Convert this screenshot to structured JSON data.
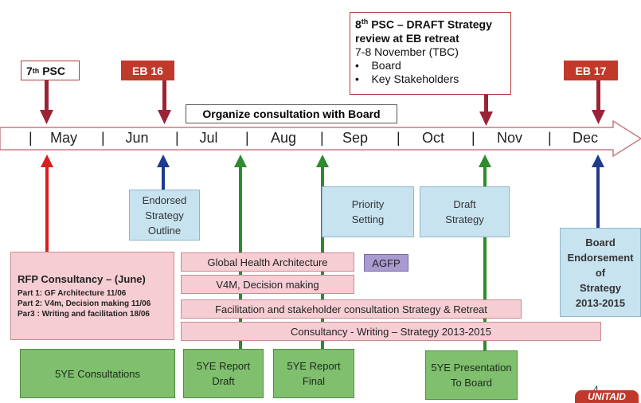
{
  "milestones": {
    "psc7": {
      "sup": "th",
      "num": "7",
      "label": "PSC"
    },
    "eb16": "EB 16",
    "eb17": "EB 17",
    "psc8": {
      "num": "8",
      "sup": "th",
      "title": "PSC – DRAFT Strategy review at  EB retreat",
      "date": "7-8 November (TBC)",
      "bullets": [
        "Board",
        "Key Stakeholders"
      ]
    }
  },
  "organize_label": "Organize consultation with Board",
  "months": [
    "May",
    "Jun",
    "Jul",
    "Aug",
    "Sep",
    "Oct",
    "Nov",
    "Dec"
  ],
  "separator": "|",
  "blue_boxes": {
    "endorsed": "Endorsed\nStrategy\nOutline",
    "priority": "Priority\nSetting",
    "draft": "Draft\nStrategy",
    "board": "Board\nEndorsement\nof\nStrategy\n2013-2015"
  },
  "pink_bars": {
    "gha": "Global Health Architecture",
    "v4m": "V4M, Decision making",
    "facilitation": "Facilitation and stakeholder consultation Strategy & Retreat",
    "consultancy": "Consultancy - Writing – Strategy 2013-2015"
  },
  "agfp": "AGFP",
  "rfp": {
    "title": "RFP Consultancy – (June)",
    "lines": [
      "Part 1: GF Architecture 11/06",
      "Part 2: V4m, Decision making 11/06",
      "Par3 : Writing and facilitation 18/06"
    ]
  },
  "green_boxes": {
    "consultations": "5YE Consultations",
    "report_draft": "5YE Report\nDraft",
    "report_final": "5YE Report\nFinal",
    "presentation": "5YE Presentation\nTo Board"
  },
  "page_number": "4",
  "logo_text": "UNITAID",
  "colors": {
    "red": "#c0392b",
    "dark_red": "#9b2335",
    "navy": "#1f3b8c",
    "green": "#2e8b2e",
    "arrow_bright_red": "#d81e1e"
  }
}
